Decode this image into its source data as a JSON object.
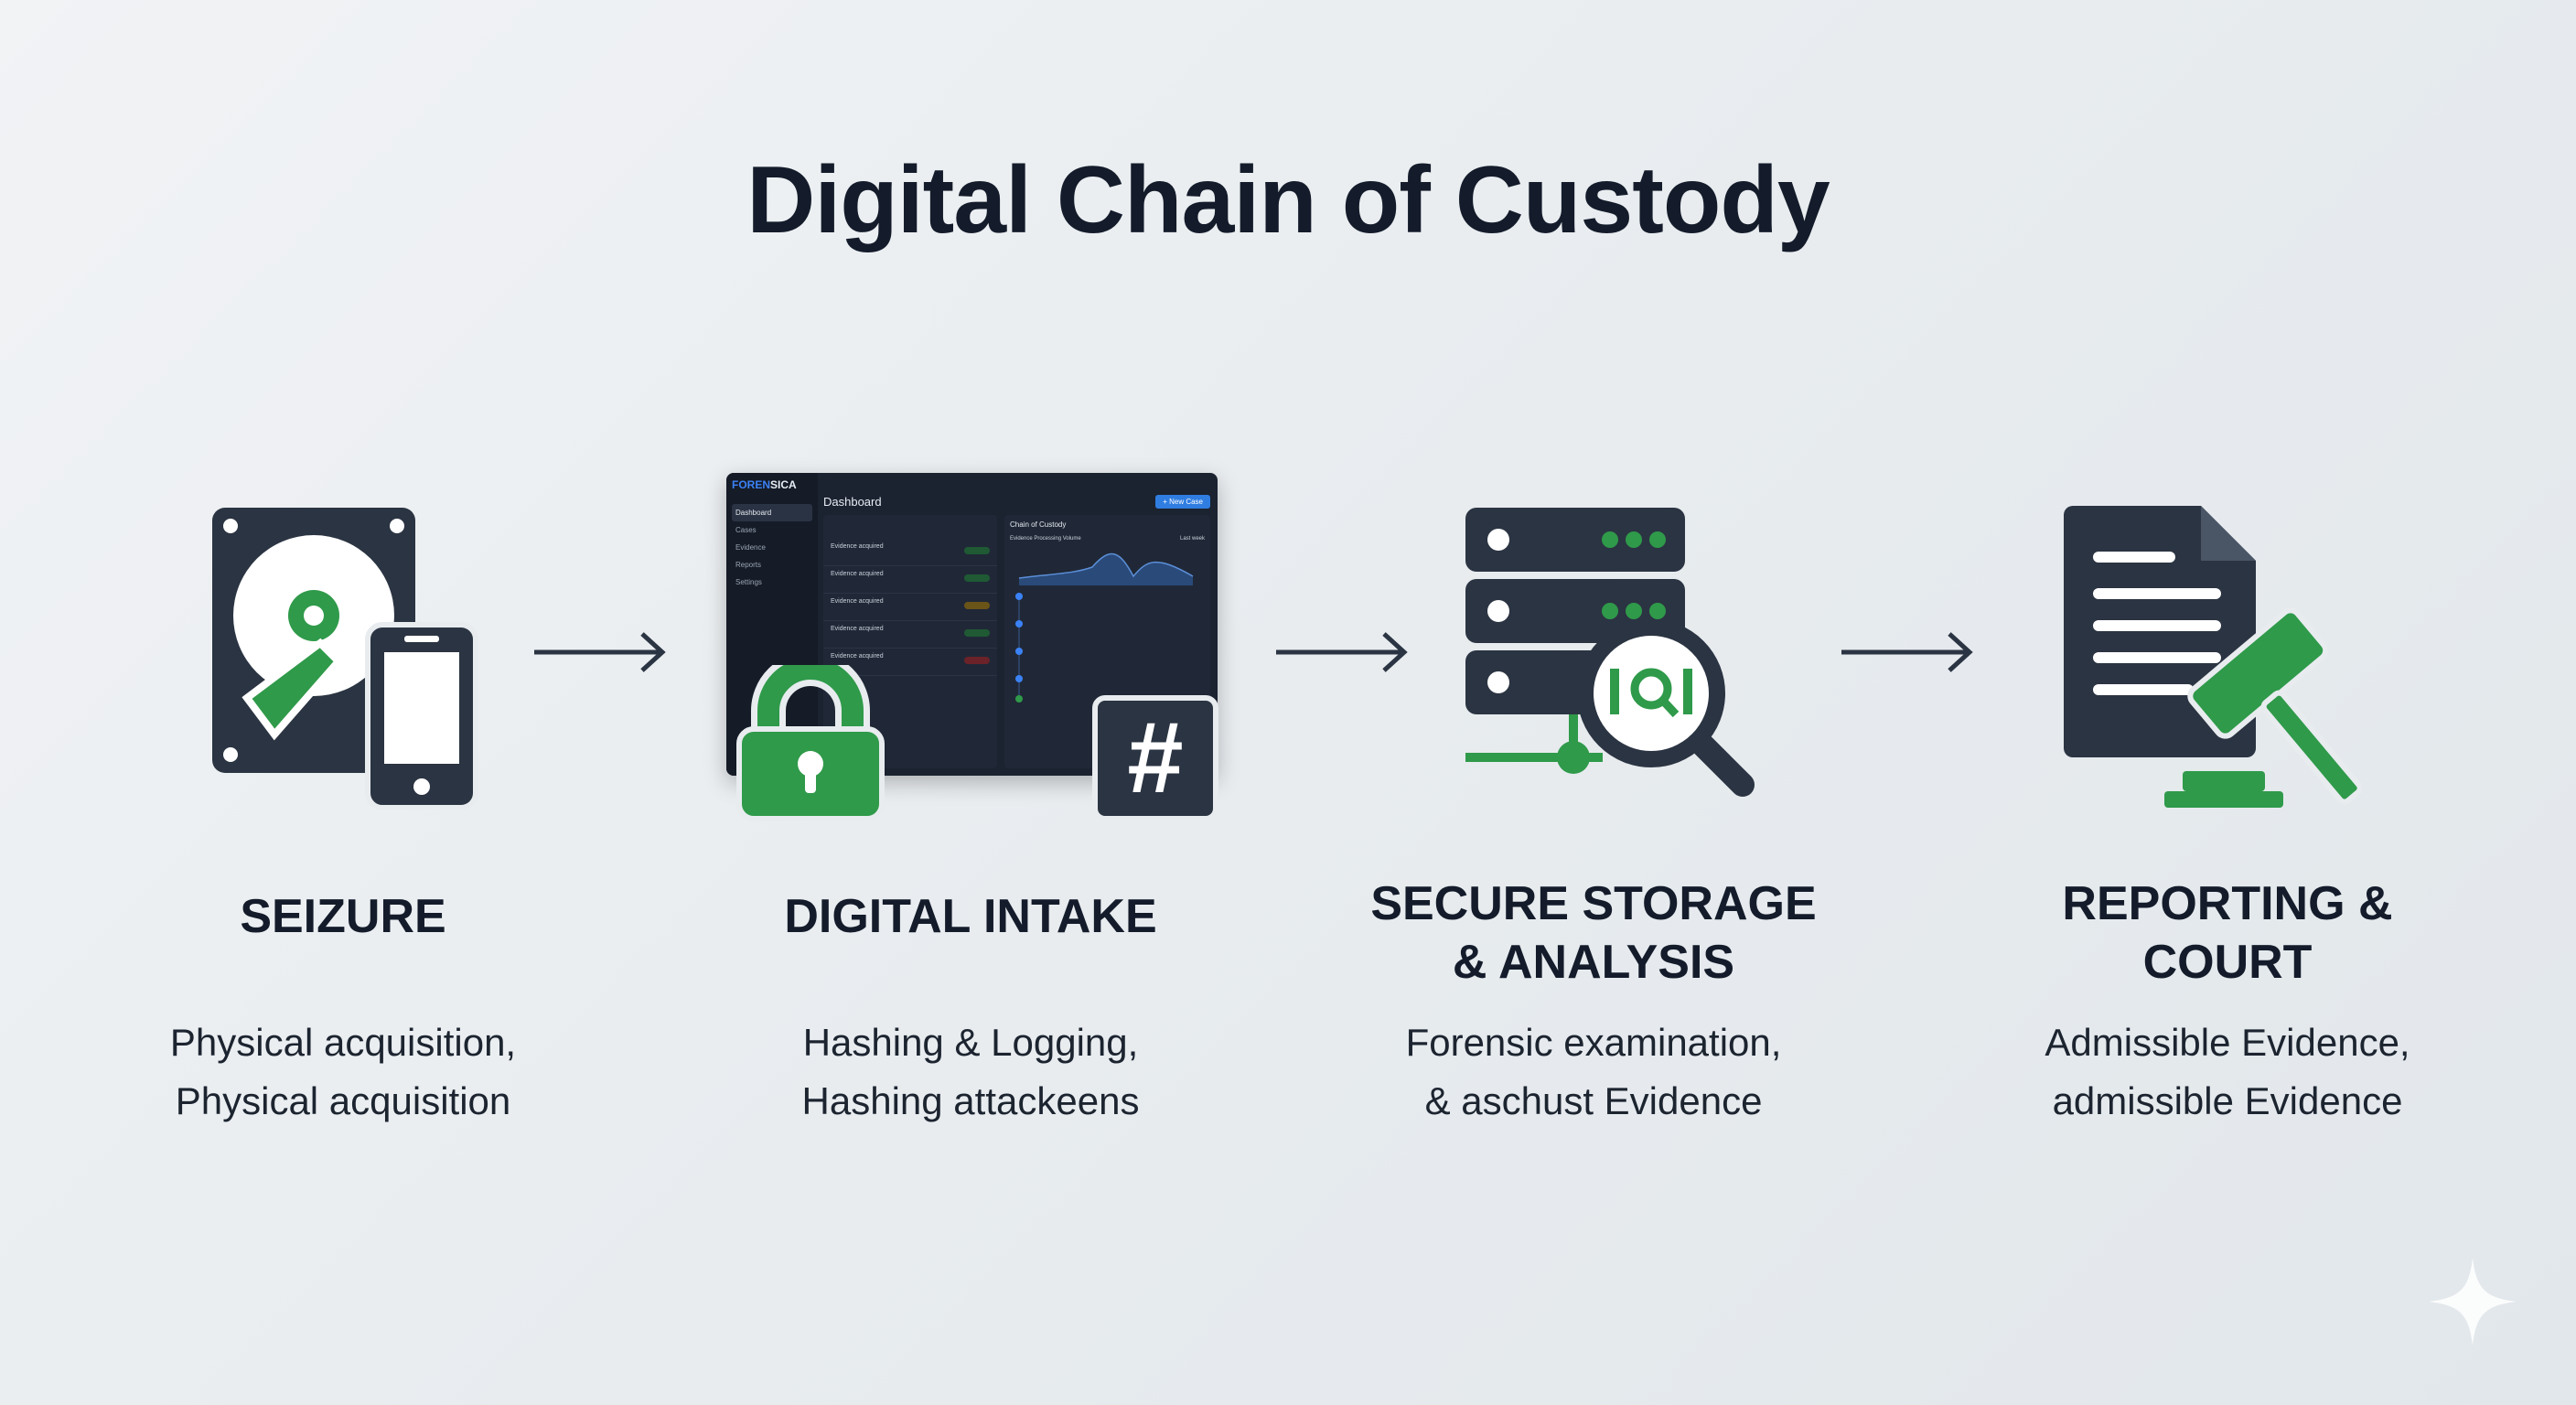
{
  "title": "Digital Chain of Custody",
  "steps": [
    {
      "heading": "SEIZURE",
      "desc": [
        "Physical acquisition,",
        "Physical acquisition"
      ]
    },
    {
      "heading": "DIGITAL INTAKE",
      "desc": [
        "Hashing & Logging,",
        "Hashing attackeens"
      ]
    },
    {
      "heading": [
        "SECURE STORAGE",
        "& ANALYSIS"
      ],
      "desc": [
        "Forensic examination,",
        "& aschust Evidence"
      ]
    },
    {
      "heading": [
        "REPORTING &",
        "COURT"
      ],
      "desc": [
        "Admissible Evidence,",
        "admissible Evidence"
      ]
    }
  ],
  "dashboard": {
    "brand_a": "FOREN",
    "brand_b": "SICA",
    "sidebar": [
      "Dashboard",
      "Cases",
      "Evidence",
      "Reports",
      "Settings"
    ],
    "heading": "Dashboard",
    "new_case": "+ New Case",
    "rows": [
      "Evidence acquired",
      "Evidence acquired",
      "Evidence acquired",
      "Evidence acquired",
      "Evidence acquired"
    ],
    "chart_title": "Chain of Custody",
    "chart_sub": "Evidence Processing Volume",
    "range": "Last week",
    "hash_symbol": "#"
  },
  "colors": {
    "green": "#2f9a4a",
    "dark": "#2b3442",
    "accent": "#3b82f6"
  }
}
